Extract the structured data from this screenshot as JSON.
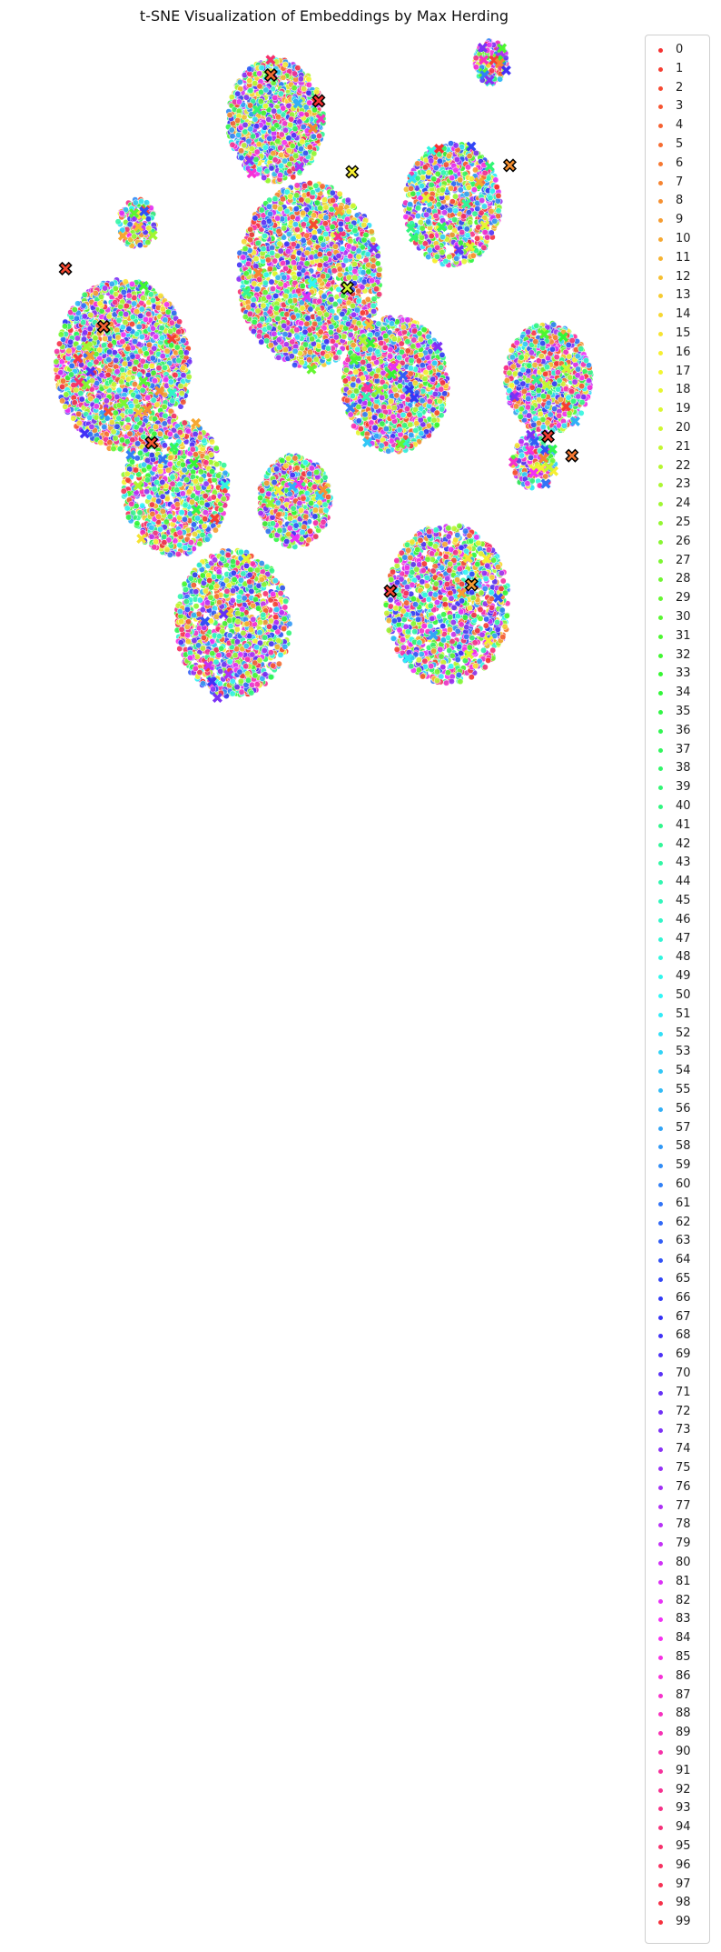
{
  "chart_data": {
    "type": "scatter",
    "title": "t-SNE Visualization of Embeddings by Max Herding",
    "xlabel": "",
    "ylabel": "",
    "axes_visible": false,
    "grid": false,
    "legend_position": "right",
    "n_classes": 100,
    "marker_points": "small dots",
    "marker_highlight": "X (black edge)",
    "series_labels": [
      "0",
      "1",
      "2",
      "3",
      "4",
      "5",
      "6",
      "7",
      "8",
      "9",
      "10",
      "11",
      "12",
      "13",
      "14",
      "15",
      "16",
      "17",
      "18",
      "19",
      "20",
      "21",
      "22",
      "23",
      "24",
      "25",
      "26",
      "27",
      "28",
      "29",
      "30",
      "31",
      "32",
      "33",
      "34",
      "35",
      "36",
      "37",
      "38",
      "39",
      "40",
      "41",
      "42",
      "43",
      "44",
      "45",
      "46",
      "47",
      "48",
      "49",
      "50",
      "51",
      "52",
      "53",
      "54",
      "55",
      "56",
      "57",
      "58",
      "59",
      "60",
      "61",
      "62",
      "63",
      "64",
      "65",
      "66",
      "67",
      "68",
      "69",
      "70",
      "71",
      "72",
      "73",
      "74",
      "75",
      "76",
      "77",
      "78",
      "79",
      "80",
      "81",
      "82",
      "83",
      "84",
      "85",
      "86",
      "87",
      "88",
      "89",
      "90",
      "91",
      "92",
      "93",
      "94",
      "95",
      "96",
      "97",
      "98",
      "99"
    ],
    "clusters": [
      {
        "center": [
          -1.3,
          4.6
        ],
        "radius": 1.0,
        "count": 1300
      },
      {
        "center": [
          2.4,
          3.3
        ],
        "radius": 1.0,
        "count": 1000
      },
      {
        "center": [
          3.2,
          5.5
        ],
        "radius": 0.35,
        "count": 140
      },
      {
        "center": [
          -4.2,
          3.0
        ],
        "radius": 0.4,
        "count": 160
      },
      {
        "center": [
          -0.6,
          2.2
        ],
        "radius": 1.5,
        "count": 2200
      },
      {
        "center": [
          -4.5,
          0.8
        ],
        "radius": 1.4,
        "count": 2100
      },
      {
        "center": [
          1.2,
          0.5
        ],
        "radius": 1.1,
        "count": 1500
      },
      {
        "center": [
          4.4,
          0.6
        ],
        "radius": 0.9,
        "count": 1000
      },
      {
        "center": [
          4.1,
          -0.7
        ],
        "radius": 0.45,
        "count": 200
      },
      {
        "center": [
          -3.4,
          -1.1
        ],
        "radius": 1.1,
        "count": 1100
      },
      {
        "center": [
          -0.9,
          -1.3
        ],
        "radius": 0.75,
        "count": 700
      },
      {
        "center": [
          -2.2,
          -3.2
        ],
        "radius": 1.2,
        "count": 1300
      },
      {
        "center": [
          2.3,
          -2.9
        ],
        "radius": 1.3,
        "count": 1400
      }
    ],
    "highlighted_points": [
      {
        "x": -0.4,
        "y": 4.9,
        "class": 0
      },
      {
        "x": -1.4,
        "y": 5.3,
        "class": 5
      },
      {
        "x": -5.7,
        "y": 2.3,
        "class": 2
      },
      {
        "x": -4.9,
        "y": 1.4,
        "class": 4
      },
      {
        "x": -3.9,
        "y": -0.4,
        "class": 3
      },
      {
        "x": 0.2,
        "y": 2.0,
        "class": 20
      },
      {
        "x": 0.3,
        "y": 3.8,
        "class": 16
      },
      {
        "x": 3.6,
        "y": 3.9,
        "class": 8
      },
      {
        "x": 4.4,
        "y": -0.3,
        "class": 1
      },
      {
        "x": 4.9,
        "y": -0.6,
        "class": 6
      },
      {
        "x": 1.1,
        "y": -2.7,
        "class": 2
      },
      {
        "x": 2.8,
        "y": -2.6,
        "class": 9
      }
    ],
    "xlim": [
      -6.5,
      6.5
    ],
    "ylim": [
      -4.6,
      5.9
    ]
  }
}
